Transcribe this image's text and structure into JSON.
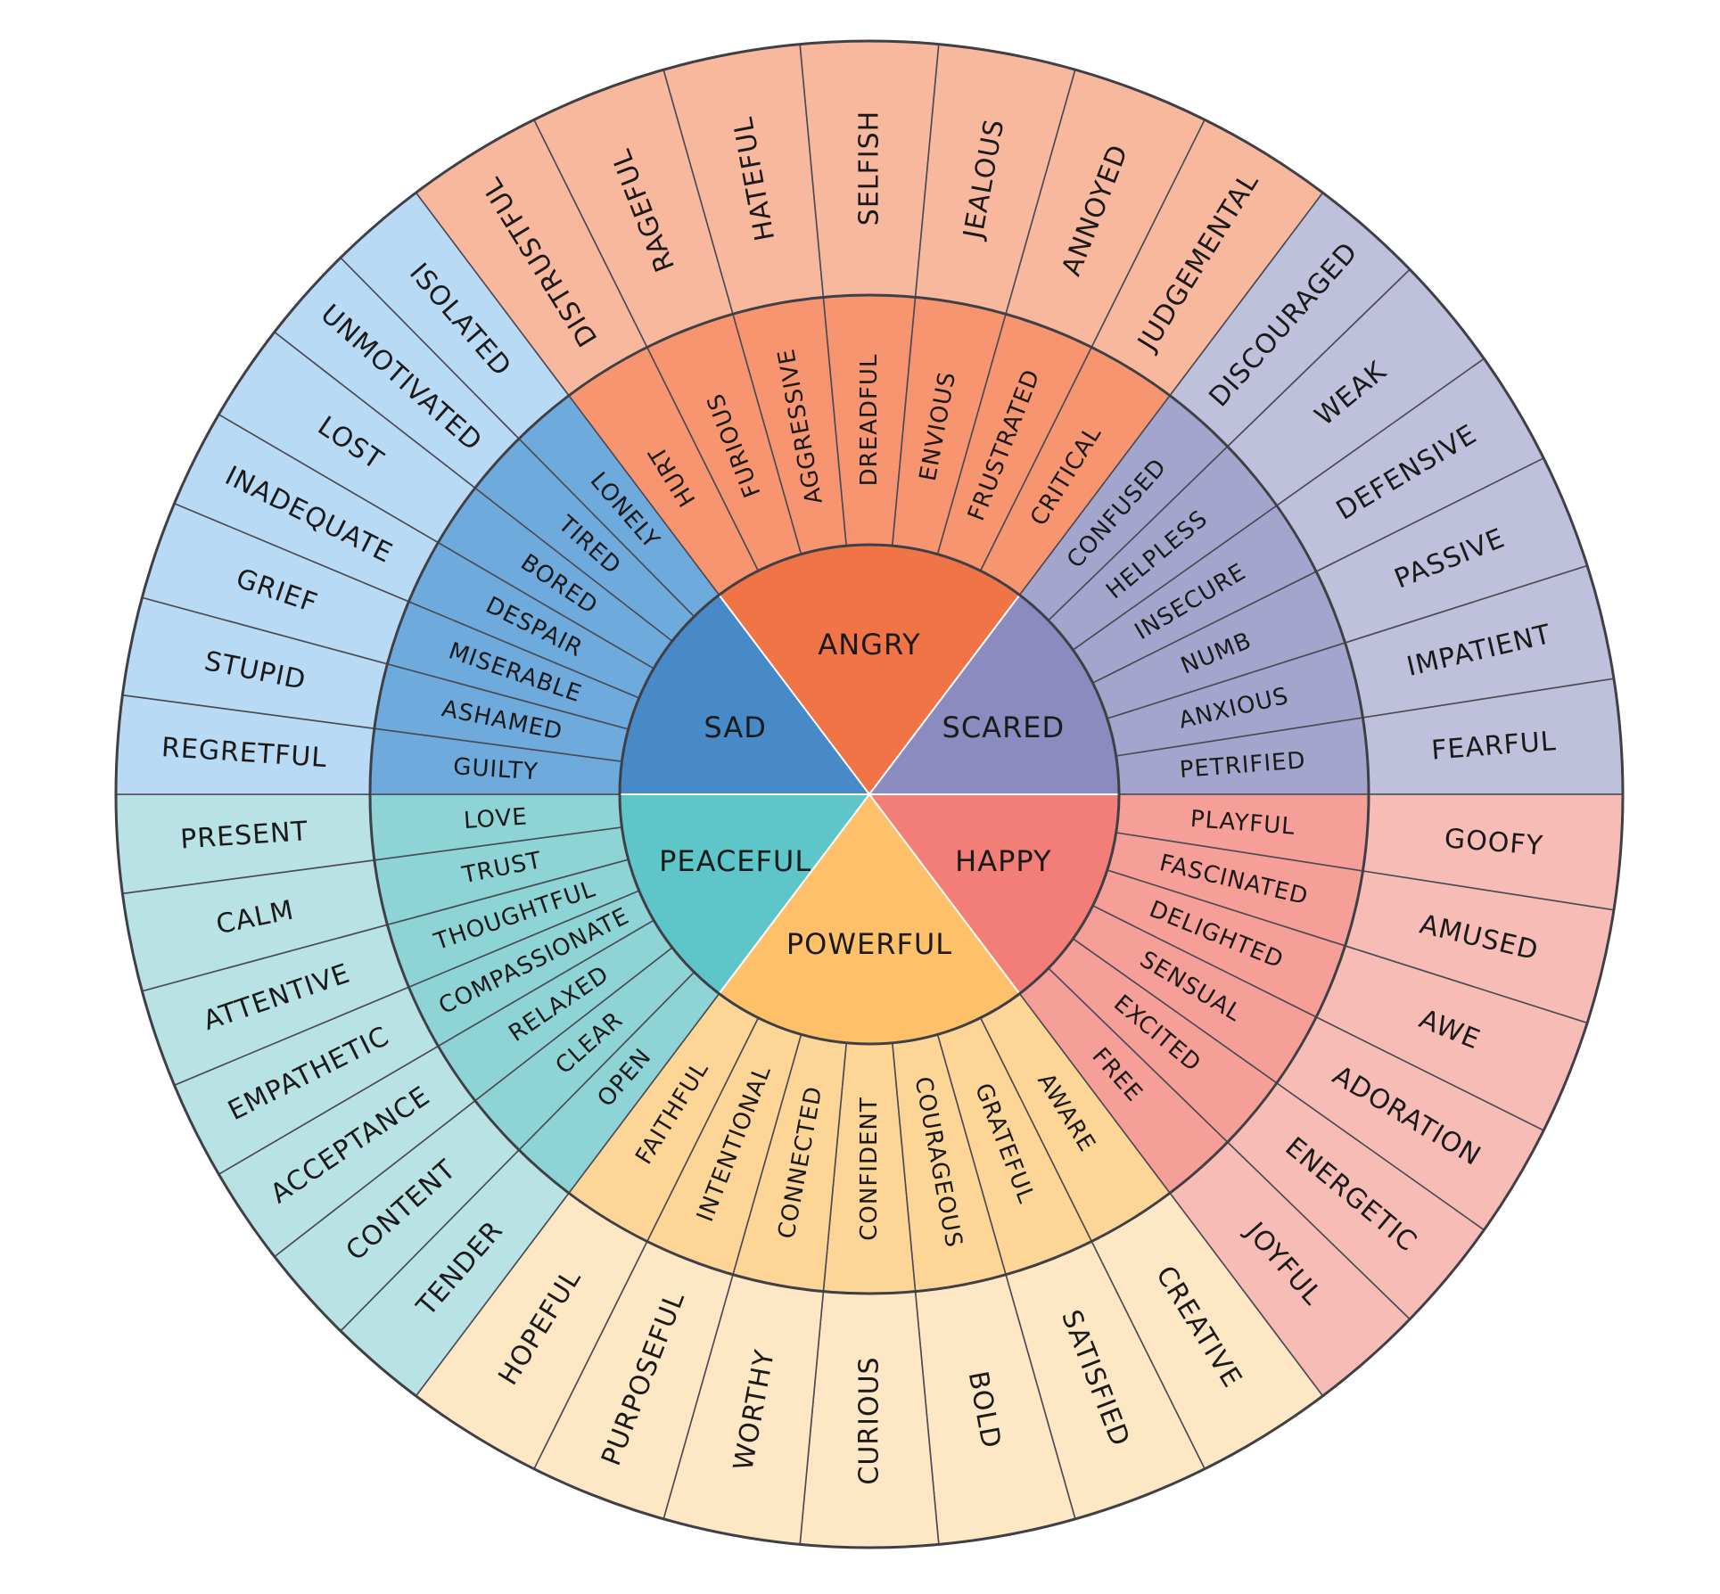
{
  "wheel": {
    "core_order_note": "",
    "colors": {
      "line": "#4a4a55",
      "ring_line": "#3b3b44"
    },
    "categories": [
      {
        "name": "ANGRY",
        "core_color": "#f07446",
        "middle_color": "#f6956f",
        "outer_color": "#f8b89d",
        "middle": [
          "HURT",
          "FURIOUS",
          "AGGRESSIVE",
          "DREADFUL",
          "ENVIOUS",
          "FRUSTRATED",
          "CRITICAL"
        ],
        "outer": [
          "DISTRUSTFUL",
          "RAGEFUL",
          "HATEFUL",
          "SELFISH",
          "JEALOUS",
          "ANNOYED",
          "JUDGEMENTAL"
        ]
      },
      {
        "name": "SCARED",
        "core_color": "#8b8bbf",
        "middle_color": "#a4a5cc",
        "outer_color": "#bfc0dc",
        "middle": [
          "CONFUSED",
          "HELPLESS",
          "INSECURE",
          "NUMB",
          "ANXIOUS",
          "PETRIFIED"
        ],
        "outer": [
          "DISCOURAGED",
          "WEAK",
          "DEFENSIVE",
          "PASSIVE",
          "IMPATIENT",
          "FEARFUL"
        ]
      },
      {
        "name": "HAPPY",
        "core_color": "#f27e77",
        "middle_color": "#f69f98",
        "outer_color": "#f8bcb6",
        "middle": [
          "PLAYFUL",
          "FASCINATED",
          "DELIGHTED",
          "SENSUAL",
          "EXCITED",
          "FREE"
        ],
        "outer": [
          "GOOFY",
          "AMUSED",
          "AWE",
          "ADORATION",
          "ENERGETIC",
          "JOYFUL"
        ]
      },
      {
        "name": "POWERFUL",
        "core_color": "#fec069",
        "middle_color": "#fdd697",
        "outer_color": "#fde7c5",
        "middle": [
          "AWARE",
          "GRATEFUL",
          "COURAGEOUS",
          "CONFIDENT",
          "CONNECTED",
          "INTENTIONAL",
          "FAITHFUL"
        ],
        "outer": [
          "CREATIVE",
          "SATISFIED",
          "BOLD",
          "CURIOUS",
          "WORTHY",
          "PURPOSEFUL",
          "HOPEFUL"
        ]
      },
      {
        "name": "PEACEFUL",
        "core_color": "#5ec6c9",
        "middle_color": "#8ed3d5",
        "outer_color": "#b8e2e4",
        "middle": [
          "OPEN",
          "CLEAR",
          "RELAXED",
          "COMPASSIONATE",
          "THOUGHTFUL",
          "TRUST",
          "LOVE"
        ],
        "outer": [
          "TENDER",
          "CONTENT",
          "ACCEPTANCE",
          "EMPATHETIC",
          "ATTENTIVE",
          "CALM",
          "PRESENT"
        ]
      },
      {
        "name": "SAD",
        "core_color": "#4889c8",
        "middle_color": "#6faadc",
        "outer_color": "#b9daf4",
        "middle": [
          "GUILTY",
          "ASHAMED",
          "MISERABLE",
          "DESPAIR",
          "BORED",
          "TIRED",
          "LONELY"
        ],
        "outer": [
          "REGRETFUL",
          "STUPID",
          "GRIEF",
          "INADEQUATE",
          "LOST",
          "UNMOTIVATED",
          "ISOLATED"
        ]
      }
    ]
  }
}
